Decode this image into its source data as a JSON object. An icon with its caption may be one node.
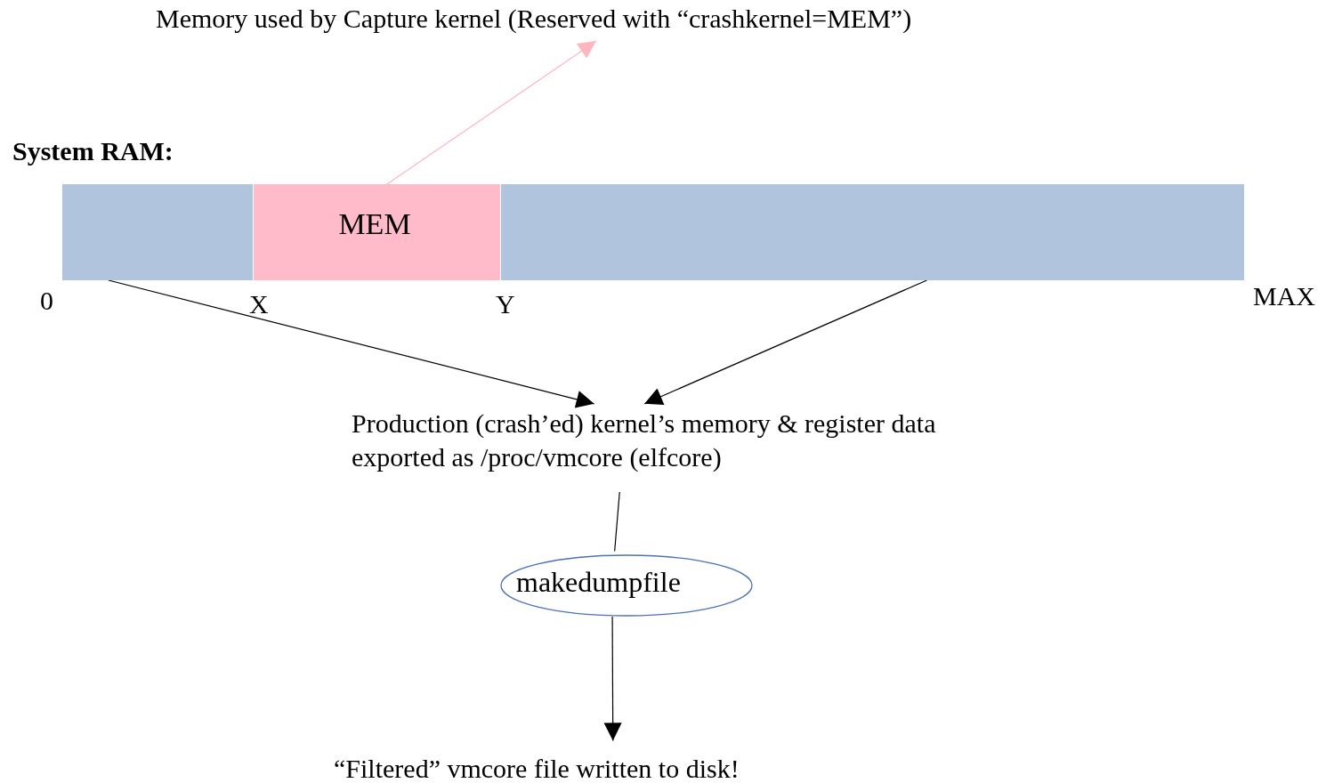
{
  "diagram": {
    "nodes": [
      {
        "text": [
          "Memory used by Capture kernel (Reserved with “crashkernel=MEM”)"
        ]
      },
      {
        "text": [],
        "shape": "box"
      },
      {
        "text": [
          "MEM"
        ]
      },
      {
        "text": [],
        "shape": "box"
      },
      {
        "text": [
          "Production (crash’ed) kernel’s memory & register data exported as /proc/vmcore (elfcore)"
        ]
      },
      {
        "text": [
          "makedumpfile"
        ]
      },
      {
        "text": [
          "“Filtered” vmcore file written to disk!"
        ]
      }
    ],
    "edges": [
      {
        "from": 2,
        "to": 0,
        "arrow": "to",
        "color": "#ffb6c1"
      },
      {
        "from": 1,
        "to": 4,
        "arrow": "to"
      },
      {
        "from": 3,
        "to": 4,
        "arrow": "to"
      },
      {
        "from": 4,
        "to": 5,
        "arrow": "none"
      },
      {
        "from": 5,
        "to": 6,
        "arrow": "to"
      }
    ],
    "labels": [
      "System RAM:",
      "0",
      "X",
      "Y",
      "MAX"
    ]
  }
}
